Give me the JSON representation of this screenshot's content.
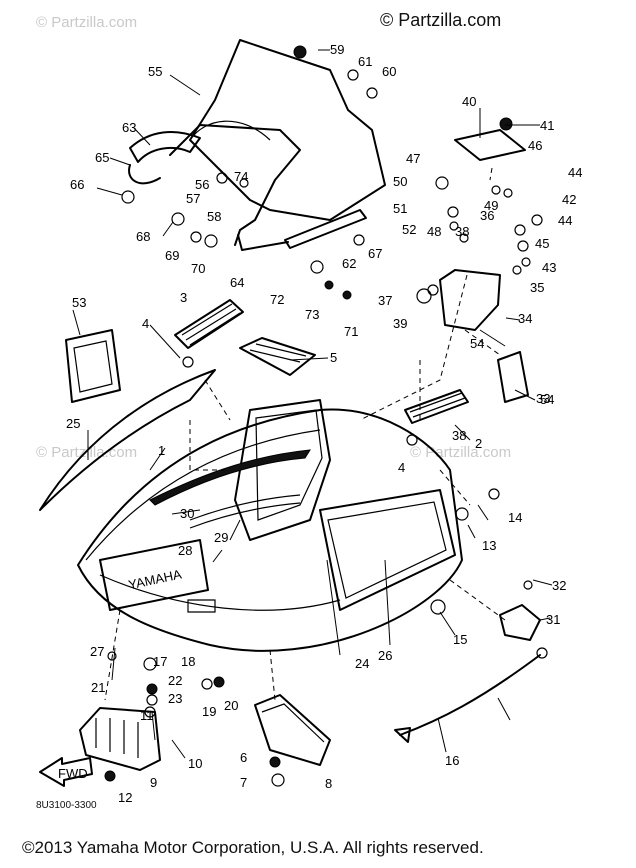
{
  "brand": {
    "text": "© Partzilla.com"
  },
  "watermark": {
    "text": "© Partzilla.com"
  },
  "diagram_code": "8U3100-3300",
  "footer": "©2013  Yamaha Motor Corporation, U.S.A. All rights reserved.",
  "decal_text": "YAMAHA",
  "fwd_label": "FWD",
  "part_labels": [
    "1",
    "2",
    "3",
    "4",
    "4",
    "5",
    "6",
    "7",
    "8",
    "9",
    "10",
    "11",
    "12",
    "13",
    "14",
    "15",
    "16",
    "17",
    "18",
    "19",
    "20",
    "21",
    "22",
    "23",
    "24",
    "25",
    "26",
    "27",
    "28",
    "29",
    "30",
    "31",
    "32",
    "33",
    "34",
    "35",
    "36",
    "37",
    "38",
    "38",
    "39",
    "40",
    "41",
    "42",
    "43",
    "44",
    "44",
    "45",
    "46",
    "47",
    "48",
    "49",
    "50",
    "51",
    "52",
    "53",
    "54",
    "54",
    "55",
    "56",
    "57",
    "58",
    "59",
    "60",
    "61",
    "62",
    "63",
    "64",
    "65",
    "66",
    "67",
    "68",
    "69",
    "70",
    "71",
    "72",
    "73",
    "74"
  ]
}
